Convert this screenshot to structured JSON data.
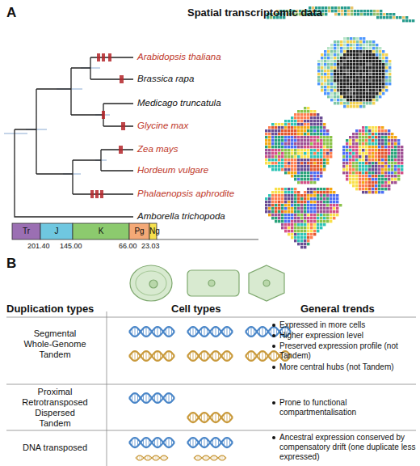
{
  "diagram": {
    "labels": [
      "A",
      "Spatial transcriptomic data",
      "Arabidopsis thaliana",
      "Brassica rapa",
      "Medicago truncatula",
      "Glycine max",
      "Zea mays",
      "Hordeum vulgare",
      "Phalaenopsis aphrodite",
      "Amborella trichopoda",
      "Tr",
      "J",
      "K",
      "Pg",
      "Ng",
      "201.40",
      "145.00",
      "66.00",
      "23.03",
      "B",
      "Duplication types",
      "Cell types",
      "General trends",
      "Segmental",
      "Whole-Genome",
      "Tandem",
      "Proximal",
      "Retrotransposed",
      "Dispersed",
      "Tandem",
      "DNA transposed",
      "Expressed in more cells",
      "Higher expression level",
      "Preserved expression profile (not Tandem)",
      "More central hubs (not Tandem)",
      "Prone to functional compartmentalisation",
      "Ancestral expression conserved by compensatory drift (one duplicate less expressed)"
    ]
  }
}
